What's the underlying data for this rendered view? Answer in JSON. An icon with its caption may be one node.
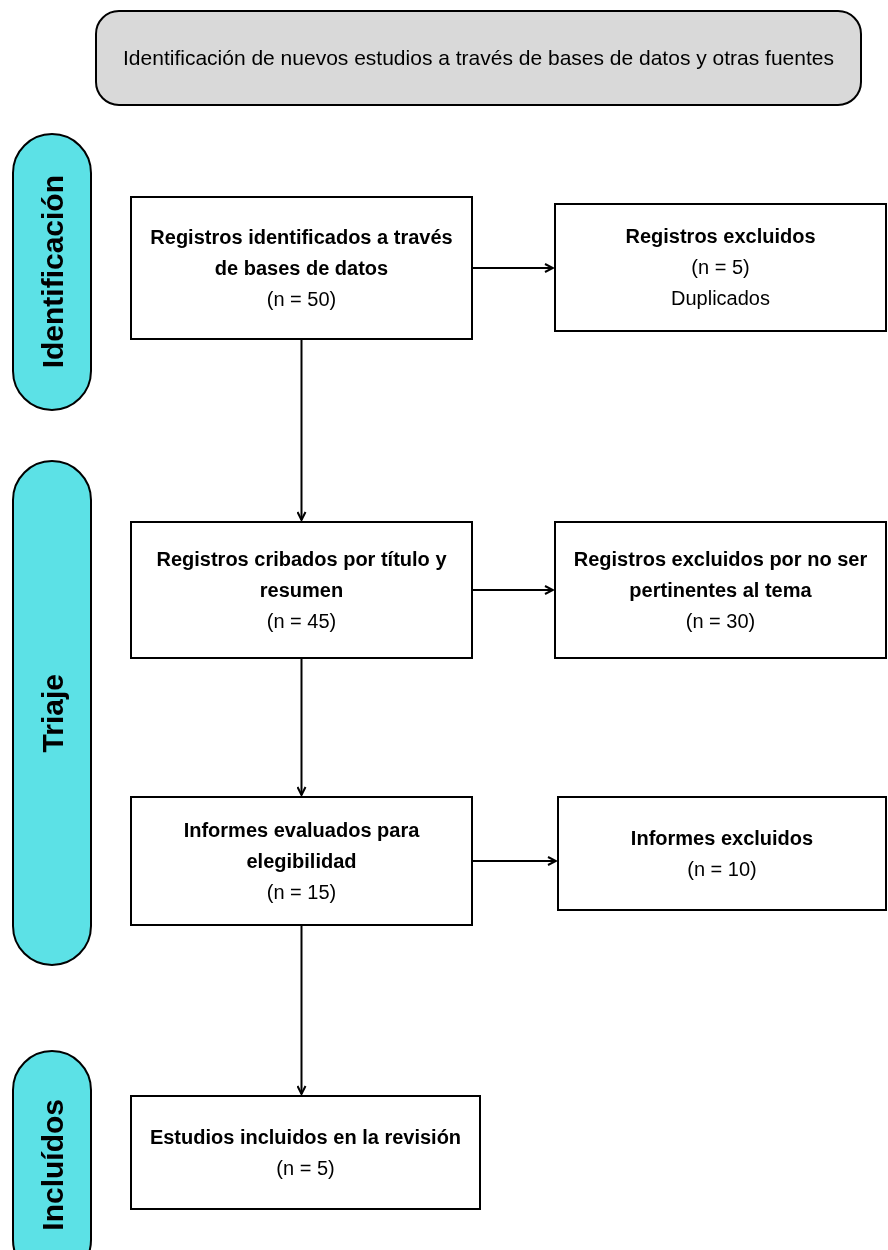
{
  "diagram": {
    "nodes": [
      {
        "text": [
          "Identificación de nuevos estudios a través de bases de datos y otras fuentes"
        ]
      },
      {
        "text": [
          "Identificación"
        ]
      },
      {
        "text": [
          "Registros identificados a través de bases de datos",
          "(n = 50)"
        ]
      },
      {
        "text": [
          "Registros excluidos",
          "(n = 5)",
          "Duplicados"
        ]
      },
      {
        "text": [
          "Triaje"
        ]
      },
      {
        "text": [
          "Registros cribados por título y resumen",
          "(n = 45)"
        ]
      },
      {
        "text": [
          "Registros excluidos por no ser pertinentes al tema",
          "(n = 30)"
        ]
      },
      {
        "text": [
          "Informes evaluados para elegibilidad",
          "(n = 15)"
        ]
      },
      {
        "text": [
          "Informes excluidos",
          "(n = 10)"
        ]
      },
      {
        "text": [
          "Incluídos"
        ]
      },
      {
        "text": [
          "Estudios incluidos en la revisión",
          "(n = 5)"
        ]
      }
    ],
    "edges": [
      {
        "from": 2,
        "to": 3,
        "arrow": "to"
      },
      {
        "from": 2,
        "to": 5,
        "arrow": "to"
      },
      {
        "from": 5,
        "to": 6,
        "arrow": "to"
      },
      {
        "from": 5,
        "to": 7,
        "arrow": "to"
      },
      {
        "from": 7,
        "to": 8,
        "arrow": "to"
      },
      {
        "from": 7,
        "to": 10,
        "arrow": "to"
      }
    ]
  }
}
